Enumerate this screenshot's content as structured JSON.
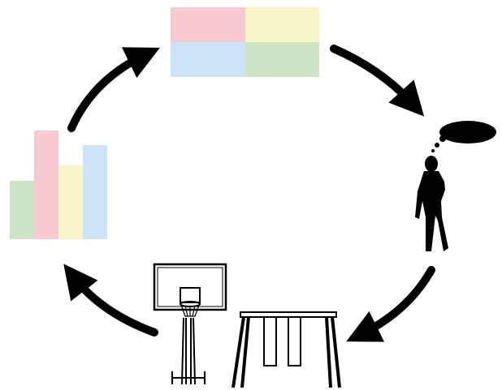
{
  "diagram": {
    "type": "cycle",
    "direction": "clockwise",
    "nodes": [
      {
        "name": "color-grid",
        "icon": "grid-icon",
        "colors": [
          "#f7c9d1",
          "#f8f5c8",
          "#cbe4f8",
          "#cfe3c7"
        ]
      },
      {
        "name": "thinking-person",
        "icon": "person-thinking-icon",
        "color": "#000000"
      },
      {
        "name": "playground-equipment",
        "icons": [
          "basketball-hoop-icon",
          "swing-set-icon"
        ]
      },
      {
        "name": "bar-chart",
        "icon": "bar-chart-icon",
        "colors": [
          "#cfe3c7",
          "#f7c9d1",
          "#f8f5c8",
          "#cbe4f8"
        ]
      }
    ],
    "arrow_color": "#000000"
  }
}
